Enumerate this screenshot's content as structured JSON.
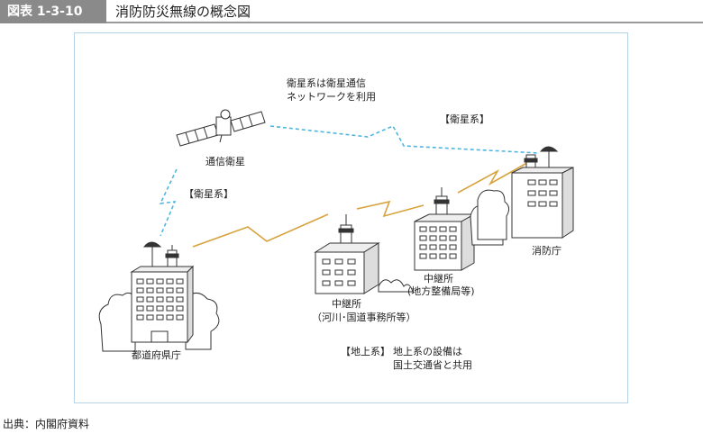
{
  "header": {
    "figure_number": "図表 1-3-10",
    "title": "消防防災無線の概念図"
  },
  "diagram": {
    "satellite_note_line1": "衛星系は衛星通信",
    "satellite_note_line2": "ネットワークを利用",
    "satellite_label": "通信衛星",
    "sat_link_left_label": "【衛星系】",
    "sat_link_right_label": "【衛星系】",
    "fire_agency_label": "消防庁",
    "relay_regional_line1": "中継所",
    "relay_regional_line2": "(地方整備局等)",
    "relay_river_line1": "中継所",
    "relay_river_line2": "（河川･国道事務所等）",
    "prefecture_label": "都道府県庁",
    "terrestrial_tag": "【地上系】",
    "terrestrial_note_line1": "地上系の設備は",
    "terrestrial_note_line2": "国土交通省と共用",
    "colors": {
      "satellite_link": "#4fb6e0",
      "terrestrial_link": "#d7a23c",
      "frame_border": "#b7d3e8"
    }
  },
  "source": "出典：内閣府資料"
}
